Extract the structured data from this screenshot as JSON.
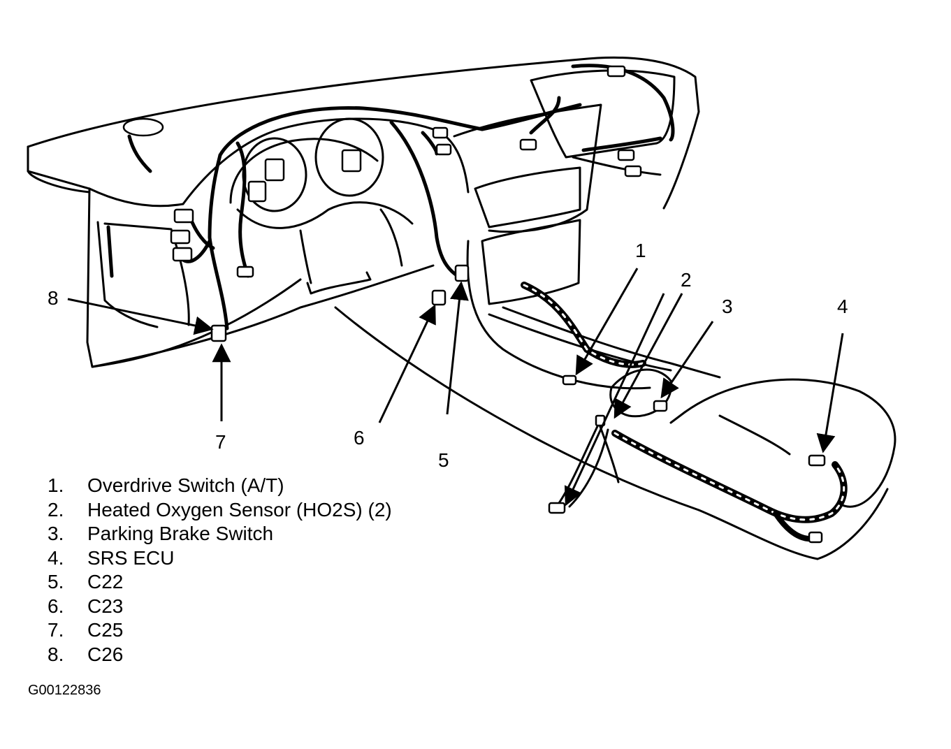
{
  "figure_id": "G00122836",
  "callouts": [
    "1",
    "2",
    "3",
    "4",
    "5",
    "6",
    "7",
    "8"
  ],
  "legend": [
    {
      "num": "1.",
      "label": "Overdrive Switch (A/T)"
    },
    {
      "num": "2.",
      "label": "Heated Oxygen Sensor (HO2S) (2)"
    },
    {
      "num": "3.",
      "label": "Parking Brake Switch"
    },
    {
      "num": "4.",
      "label": "SRS ECU"
    },
    {
      "num": "5.",
      "label": "C22"
    },
    {
      "num": "6.",
      "label": "C23"
    },
    {
      "num": "7.",
      "label": "C25"
    },
    {
      "num": "8.",
      "label": "C26"
    }
  ],
  "colors": {
    "ink": "#000000",
    "paper": "#ffffff"
  }
}
